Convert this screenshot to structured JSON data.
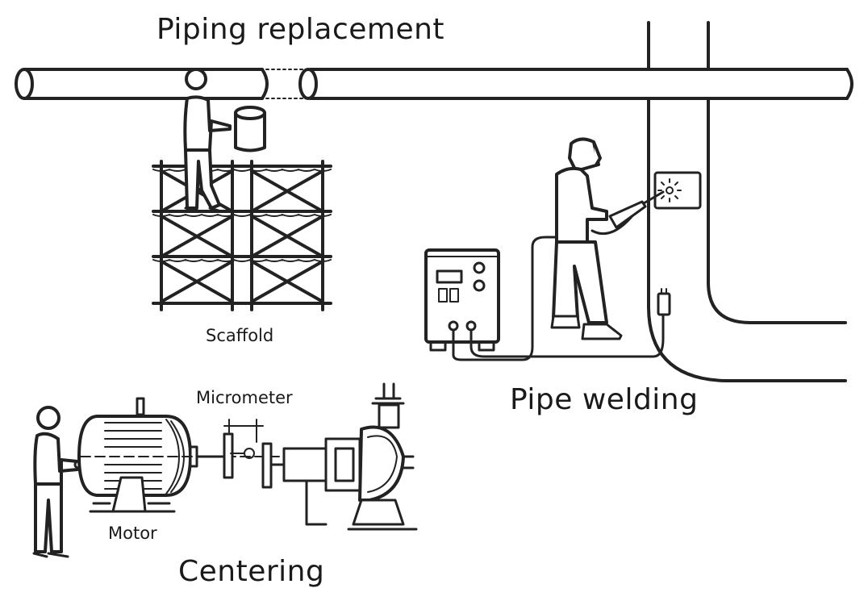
{
  "labels": {
    "piping_replacement": "Piping replacement",
    "scaffold": "Scaffold",
    "pipe_welding": "Pipe welding",
    "micrometer": "Micrometer",
    "motor": "Motor",
    "centering": "Centering"
  },
  "icons": [
    "pipe-icon",
    "worker-icon",
    "bucket-icon",
    "scaffold-icon",
    "welder-icon",
    "welding-machine-icon",
    "power-plug-icon",
    "motor-icon",
    "pump-icon",
    "dial-indicator-icon"
  ],
  "colors": {
    "line": "#222222",
    "background": "#ffffff"
  }
}
